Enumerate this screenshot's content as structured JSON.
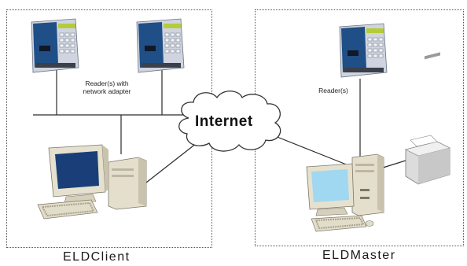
{
  "diagram": {
    "client": {
      "title": "ELDClient",
      "reader_label": "Reader(s) with\nnetwork adapter"
    },
    "master": {
      "title": "ELDMaster",
      "reader_label": "Reader(s)"
    },
    "cloud": {
      "label": "Internet"
    }
  },
  "icons": {
    "reader": "card-reader-terminal-icon",
    "workstation": "desktop-computer-icon",
    "printer": "laser-printer-icon",
    "cloud": "internet-cloud-icon"
  },
  "colors": {
    "reader_body": "#d9dde8",
    "reader_panel": "#1f4f86",
    "reader_screen": "#b5cc3a",
    "monitor_screen_client": "#1a3f78",
    "monitor_screen_master": "#9fd8f0",
    "beige": "#ddd8c4"
  }
}
